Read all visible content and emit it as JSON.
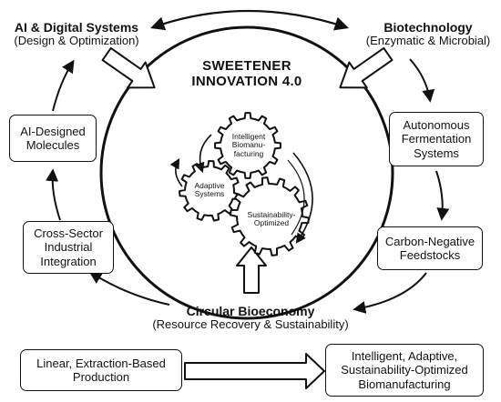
{
  "corners": {
    "top_left": {
      "title": "AI & Digital Systems",
      "subtitle": "(Design & Optimization)"
    },
    "top_right": {
      "title": "Biotechnology",
      "subtitle": "(Enzymatic & Microbial)"
    },
    "bottom": {
      "title": "Circular Bioeconomy",
      "subtitle": "(Resource Recovery & Sustainability)"
    }
  },
  "center": {
    "title_line1": "SWEETENER",
    "title_line2": "INNOVATION 4.0",
    "gears": {
      "top": [
        "Intelligent",
        "Biomanu-",
        "facturing"
      ],
      "left": [
        "Adaptive",
        "Systems"
      ],
      "right": [
        "Sustainability-",
        "Optimized"
      ]
    }
  },
  "cycle_boxes": {
    "ai_designed": [
      "AI-Designed",
      "Molecules"
    ],
    "autonomous": [
      "Autonomous",
      "Fermentation",
      "Systems"
    ],
    "carbon_negative": [
      "Carbon-Negative",
      "Feedstocks"
    ],
    "cross_sector": [
      "Cross-Sector",
      "Industrial",
      "Integration"
    ]
  },
  "transition": {
    "from": [
      "Linear, Extraction-Based",
      "Production"
    ],
    "to": [
      "Intelligent, Adaptive,",
      "Sustainability-Optimized",
      "Biomanufacturing"
    ]
  },
  "colors": {
    "ink": "#111111",
    "background": "#ffffff",
    "gear_fill": "#ffffff"
  }
}
